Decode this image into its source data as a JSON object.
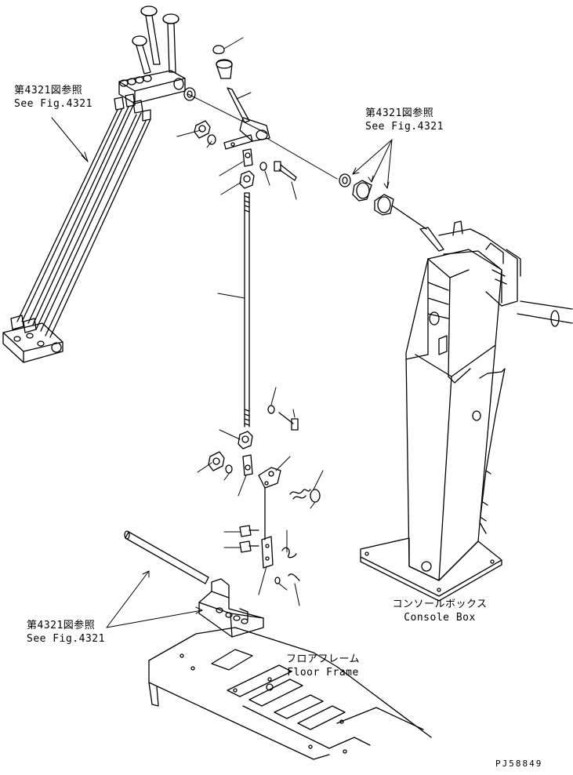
{
  "labels": {
    "ref_left_jp": "第4321図参照",
    "ref_left_en": "See Fig.4321",
    "ref_top_jp": "第4321図参照",
    "ref_top_en": "See Fig.4321",
    "ref_bottom_jp": "第4321図参照",
    "ref_bottom_en": "See Fig.4321",
    "console_jp": "コンソールボックス",
    "console_en": "Console Box",
    "floor_jp": "フロアフレーム",
    "floor_en": "Floor Frame",
    "drawing_code": "PJ58849"
  },
  "colors": {
    "ink": "#000000",
    "paper": "#ffffff"
  }
}
